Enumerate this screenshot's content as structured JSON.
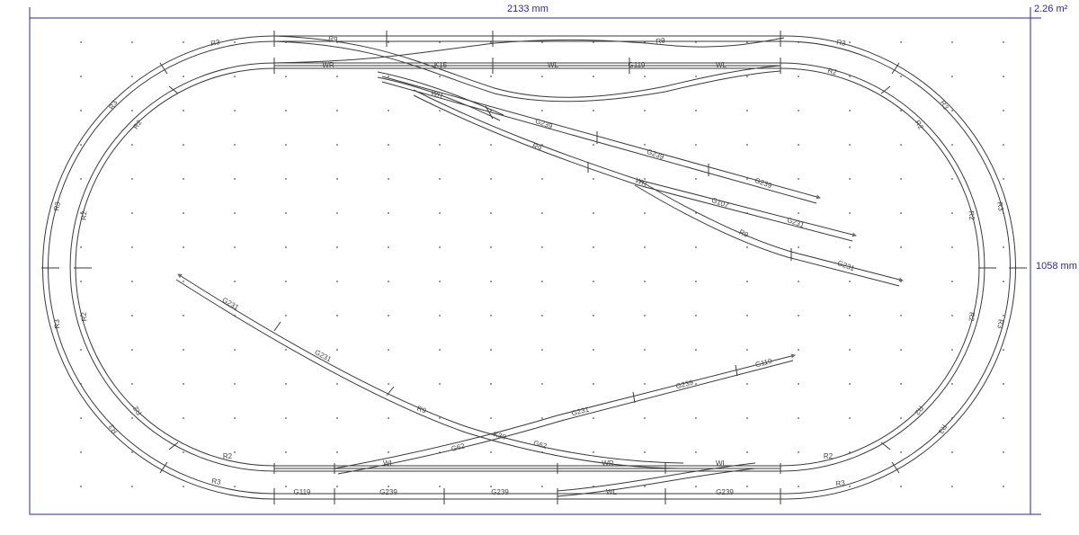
{
  "board": {
    "width_label": "2133 mm",
    "height_label": "1058 mm",
    "area_label": "2.26 m²",
    "border_color": "#2a2a9a",
    "grid_dot_color": "#555555",
    "track_color": "#3a3a3a"
  },
  "track_labels": [
    "R3",
    "R9",
    "R9",
    "R3",
    "WR",
    "K15",
    "WL",
    "G119",
    "WL",
    "R2",
    "WR",
    "G239",
    "G239",
    "G239",
    "R9",
    "WR",
    "G107",
    "G231",
    "R9",
    "G231",
    "R3",
    "R3",
    "R3",
    "R3",
    "R3",
    "R3",
    "R3",
    "R3",
    "R2",
    "R2",
    "R2",
    "R2",
    "R2",
    "R2",
    "R2",
    "R2",
    "G231",
    "G231",
    "R9",
    "G239",
    "G231",
    "G119",
    "G62",
    "K30",
    "G62",
    "R2",
    "WL",
    "WR",
    "WL",
    "R2",
    "R3",
    "G119",
    "G239",
    "G239",
    "WL",
    "G239",
    "R3"
  ]
}
